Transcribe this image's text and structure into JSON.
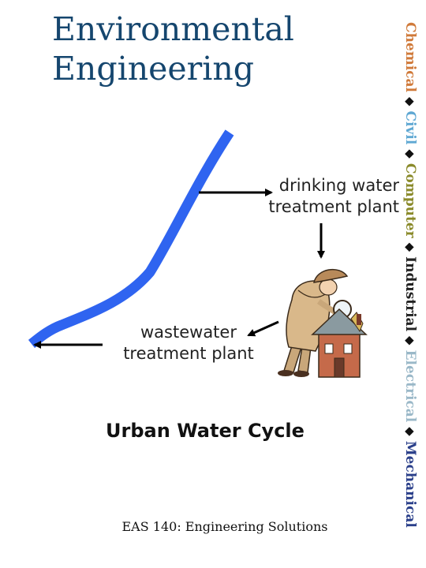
{
  "title": {
    "line1": "Environmental",
    "line2": "Engineering"
  },
  "labels": {
    "drinking_line1": "drinking water",
    "drinking_line2": "treatment plant",
    "waste_line1": "wastewater",
    "waste_line2": "treatment plant"
  },
  "caption": "Urban Water Cycle",
  "footer": "EAS 140: Engineering Solutions",
  "sidebar": {
    "disciplines": [
      {
        "name": "Chemical",
        "color": "#d07a3a"
      },
      {
        "name": "Civil",
        "color": "#5fa8d3"
      },
      {
        "name": "Computer",
        "color": "#8a8a2a"
      },
      {
        "name": "Industrial",
        "color": "#222222"
      },
      {
        "name": "Electrical",
        "color": "#9ab8c8"
      },
      {
        "name": "Mechanical",
        "color": "#2a3f8a"
      }
    ],
    "separator_icon": "diamond-icon"
  },
  "colors": {
    "river": "#2f64f0",
    "title": "#15466e",
    "arrow": "#000000"
  },
  "icons": {
    "detective": "detective-with-magnifier-icon",
    "house": "house-icon"
  }
}
